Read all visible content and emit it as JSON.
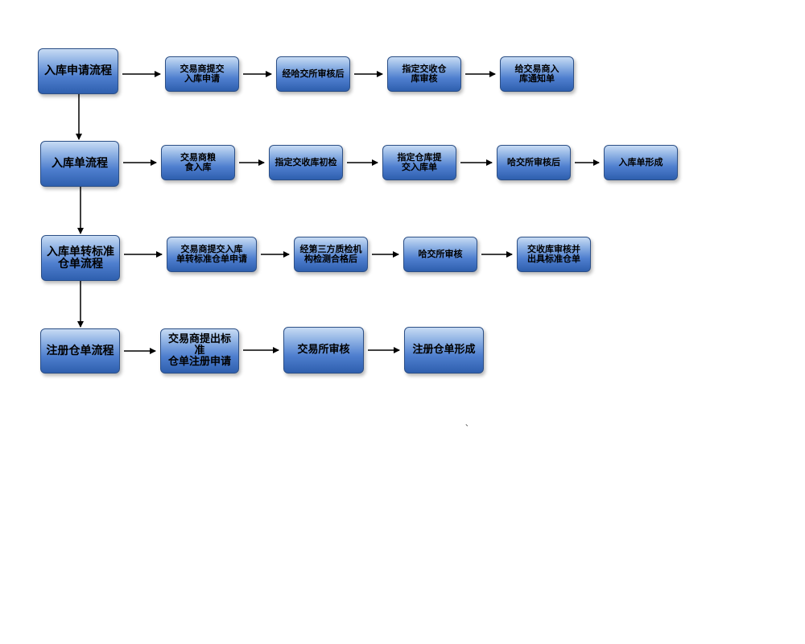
{
  "rows": [
    {
      "title": "入库申请流程",
      "steps": [
        "交易商提交\n入库申请",
        "经哈交所审核后",
        "指定交收仓\n库审核",
        "给交易商入\n库通知单"
      ]
    },
    {
      "title": "入库单流程",
      "steps": [
        "交易商粮\n食入库",
        "指定交收库初检",
        "指定仓库提\n交入库单",
        "哈交所审核后",
        "入库单形成"
      ]
    },
    {
      "title": "入库单转标准\n仓单流程",
      "steps": [
        "交易商提交入库\n单转标准仓单申请",
        "经第三方质检机\n构检测合格后",
        "哈交所审核",
        "交收库审核并\n出具标准仓单"
      ]
    },
    {
      "title": "注册仓单流程",
      "steps": [
        "交易商提出标准\n仓单注册申请",
        "交易所审核",
        "注册仓单形成"
      ]
    }
  ],
  "colors": {
    "box_top": "#c7dbf4",
    "box_bottom": "#2e5fae",
    "box_border": "#2c4f86",
    "arrow": "#000000"
  },
  "stray_mark": "、"
}
